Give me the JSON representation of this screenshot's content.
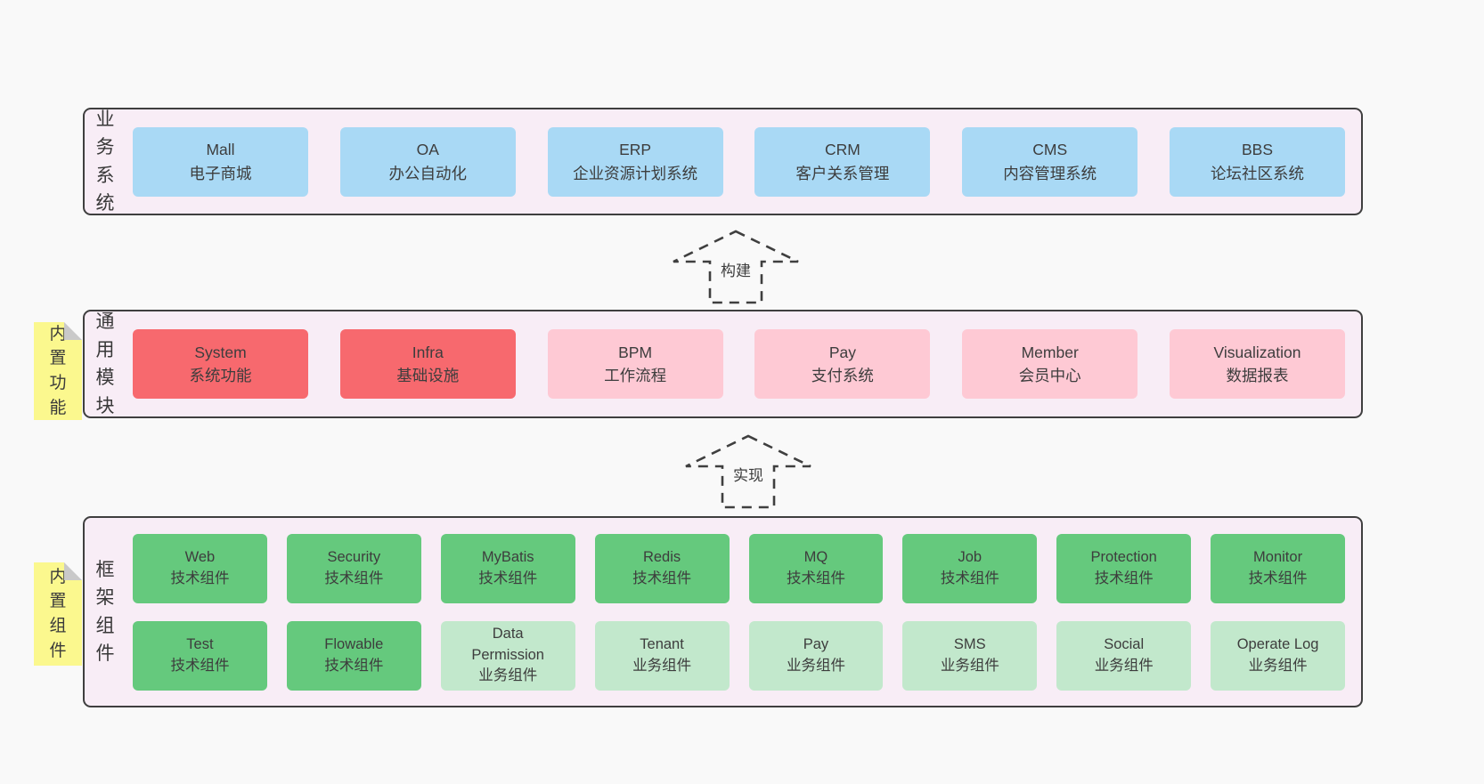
{
  "colors": {
    "page_bg": "#f9f9f9",
    "container_bg": "#f8edf6",
    "container_border": "#3f3f3f",
    "blue_box": "#a9d9f5",
    "red_box": "#f7696e",
    "pink_box": "#fec9d4",
    "green_dark_box": "#65c97d",
    "green_light_box": "#c2e8cc",
    "sticky_note_yellow": "#fbf88e",
    "sticky_fold_gray": "#c9c9c9"
  },
  "arrows": [
    {
      "label": "构建"
    },
    {
      "label": "实现"
    }
  ],
  "layers": [
    {
      "label": "业务系统",
      "boxes": [
        {
          "title": "Mall",
          "subtitle": "电子商城"
        },
        {
          "title": "OA",
          "subtitle": "办公自动化"
        },
        {
          "title": "ERP",
          "subtitle": "企业资源计划系统"
        },
        {
          "title": "CRM",
          "subtitle": "客户关系管理"
        },
        {
          "title": "CMS",
          "subtitle": "内容管理系统"
        },
        {
          "title": "BBS",
          "subtitle": "论坛社区系统"
        }
      ]
    },
    {
      "label": "通用模块",
      "sticky_note": "内置功能",
      "boxes": [
        {
          "title": "System",
          "subtitle": "系统功能"
        },
        {
          "title": "Infra",
          "subtitle": "基础设施"
        },
        {
          "title": "BPM",
          "subtitle": "工作流程"
        },
        {
          "title": "Pay",
          "subtitle": "支付系统"
        },
        {
          "title": "Member",
          "subtitle": "会员中心"
        },
        {
          "title": "Visualization",
          "subtitle": "数据报表"
        }
      ]
    },
    {
      "label": "框架组件",
      "sticky_note": "内置组件",
      "row1": [
        {
          "title": "Web",
          "subtitle": "技术组件"
        },
        {
          "title": "Security",
          "subtitle": "技术组件"
        },
        {
          "title": "MyBatis",
          "subtitle": "技术组件"
        },
        {
          "title": "Redis",
          "subtitle": "技术组件"
        },
        {
          "title": "MQ",
          "subtitle": "技术组件"
        },
        {
          "title": "Job",
          "subtitle": "技术组件"
        },
        {
          "title": "Protection",
          "subtitle": "技术组件"
        },
        {
          "title": "Monitor",
          "subtitle": "技术组件"
        }
      ],
      "row2": [
        {
          "title": "Test",
          "subtitle": "技术组件"
        },
        {
          "title": "Flowable",
          "subtitle": "技术组件"
        },
        {
          "title": "Data Permission",
          "subtitle": "业务组件"
        },
        {
          "title": "Tenant",
          "subtitle": "业务组件"
        },
        {
          "title": "Pay",
          "subtitle": "业务组件"
        },
        {
          "title": "SMS",
          "subtitle": "业务组件"
        },
        {
          "title": "Social",
          "subtitle": "业务组件"
        },
        {
          "title": "Operate Log",
          "subtitle": "业务组件"
        }
      ]
    }
  ]
}
